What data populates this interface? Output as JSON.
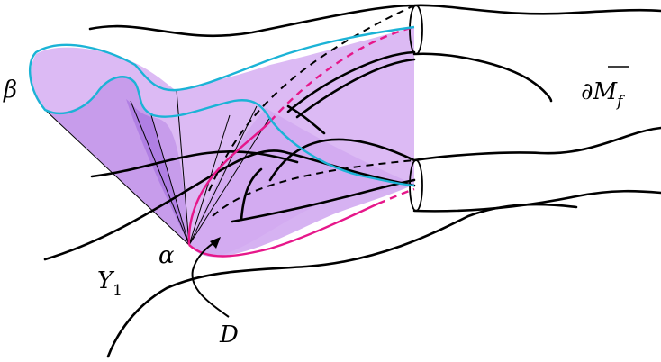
{
  "labels": {
    "beta": "β",
    "alpha": "α",
    "y1_main": "Y",
    "y1_sub": "1",
    "d": "D",
    "dm_partial": "∂",
    "dm_main": "M",
    "dm_sub": "f"
  },
  "colors": {
    "surface_fill": "#d9b3f5",
    "surface_dark": "#b984e8",
    "boundary_cyan": "#1bb3d6",
    "curve_magenta": "#e6178a",
    "ink": "#000000"
  }
}
